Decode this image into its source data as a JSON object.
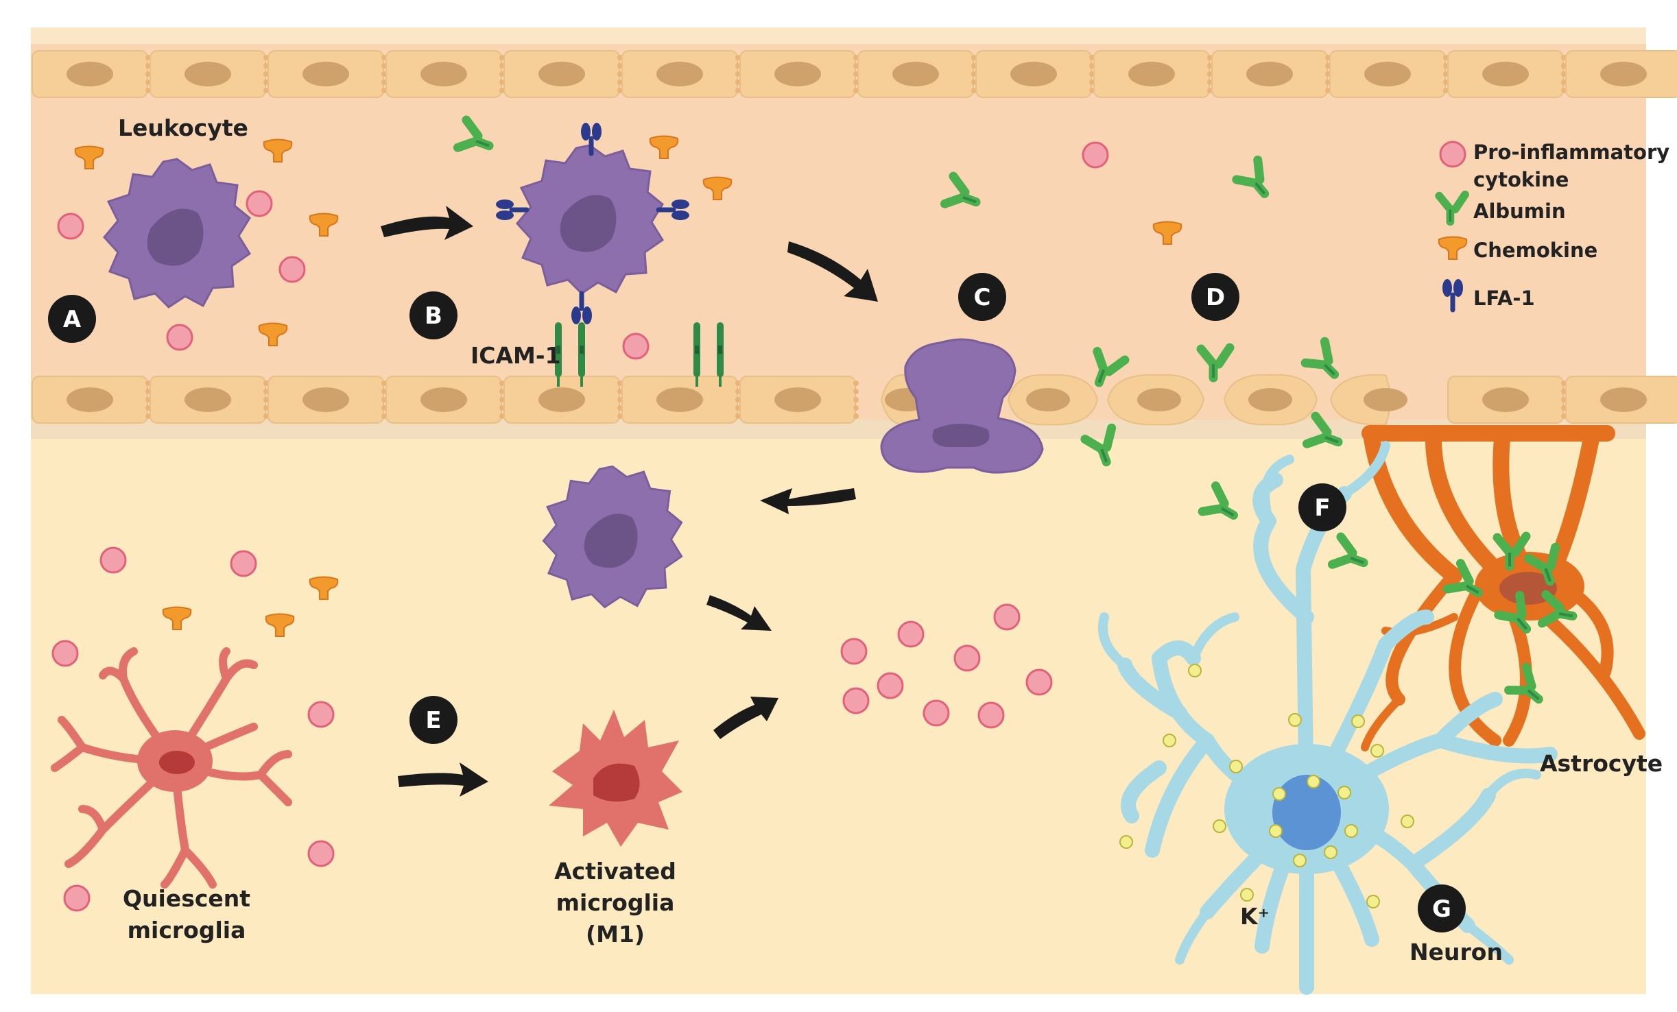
{
  "title": "",
  "colors": {
    "lumen": "#f9d5b3",
    "wall": "#f6cf98",
    "nucleus": "#cfa26b",
    "tissue": "#fdeac0",
    "leukocyte": "#8d6fae",
    "microglia": "#e1716b",
    "neuron": "#a6d8e6",
    "astrocyte": "#e47020",
    "albumin": "#4bb04d",
    "chemokine": "#f39a2d",
    "lfa1": "#2b3a8c",
    "icam1": "#2f8a46",
    "cytokine": "#f3a0ad",
    "potassium": "#f4ef8e"
  },
  "labels": {
    "leukocyte": "Leukocyte",
    "icam1": "ICAM-1",
    "quiescent_l1": "Quiescent",
    "quiescent_l2": "microglia",
    "activated_l1": "Activated",
    "activated_l2": "microglia",
    "activated_l3": "(M1)",
    "astrocyte": "Astrocyte",
    "neuron": "Neuron",
    "potassium": "K⁺"
  },
  "badges": [
    "A",
    "B",
    "C",
    "D",
    "E",
    "F",
    "G"
  ],
  "legend": [
    {
      "icon": "cytokine-icon",
      "lines": [
        "Pro-inflammatory",
        "cytokine"
      ]
    },
    {
      "icon": "albumin-icon",
      "lines": [
        "Albumin"
      ]
    },
    {
      "icon": "chemokine-icon",
      "lines": [
        "Chemokine"
      ]
    },
    {
      "icon": "lfa1-icon",
      "lines": [
        "LFA-1"
      ]
    }
  ]
}
